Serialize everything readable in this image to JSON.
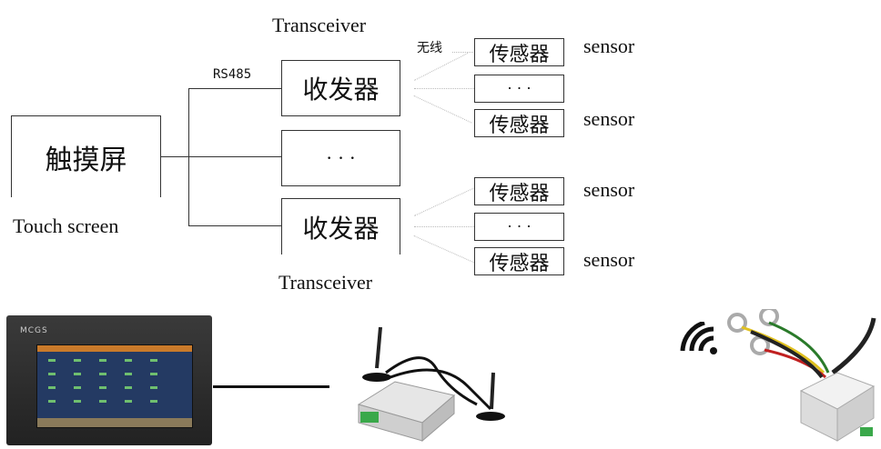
{
  "touch_screen": {
    "label_cn": "触摸屏",
    "label_en": "Touch screen"
  },
  "transceiver": {
    "label_cn": "收发器",
    "label_en_top": "Transceiver",
    "label_en_bottom": "Transceiver",
    "ellipsis": "· · ·"
  },
  "bus_label": "RS485",
  "wireless_label": "无线",
  "sensor": {
    "label_cn": "传感器",
    "label_en": "sensor",
    "ellipsis": "· · ·"
  },
  "device_screen": {
    "brand": "MCGS"
  }
}
